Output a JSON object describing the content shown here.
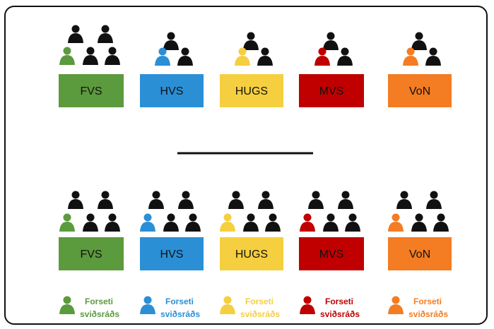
{
  "colors": {
    "FVS": "#5c9a3e",
    "HVS": "#2b8fd6",
    "HUGS": "#f5cf3f",
    "MVS": "#c00000",
    "VoN": "#f47c22",
    "divider": "#111111"
  },
  "icons": {
    "member": "person-icon",
    "president": "person-icon"
  },
  "top_groups": [
    {
      "key": "FVS",
      "label": "FVS"
    },
    {
      "key": "HVS",
      "label": "HVS"
    },
    {
      "key": "HUGS",
      "label": "HUGS"
    },
    {
      "key": "MVS",
      "label": "MVS"
    },
    {
      "key": "VoN",
      "label": "VoN"
    }
  ],
  "bottom_groups": [
    {
      "key": "FVS",
      "label": "FVS",
      "legend": [
        "Forseti",
        "sviðsráðs"
      ]
    },
    {
      "key": "HVS",
      "label": "HVS",
      "legend": [
        "Forseti",
        "sviðsráðs"
      ]
    },
    {
      "key": "HUGS",
      "label": "HUGS",
      "legend": [
        "Forseti",
        "sviðsráðs"
      ]
    },
    {
      "key": "MVS",
      "label": "MVS",
      "legend": [
        "Forseti",
        "sviðsráðs"
      ]
    },
    {
      "key": "VoN",
      "label": "VoN",
      "legend": [
        "Forseti",
        "sviðsráðs"
      ]
    }
  ]
}
